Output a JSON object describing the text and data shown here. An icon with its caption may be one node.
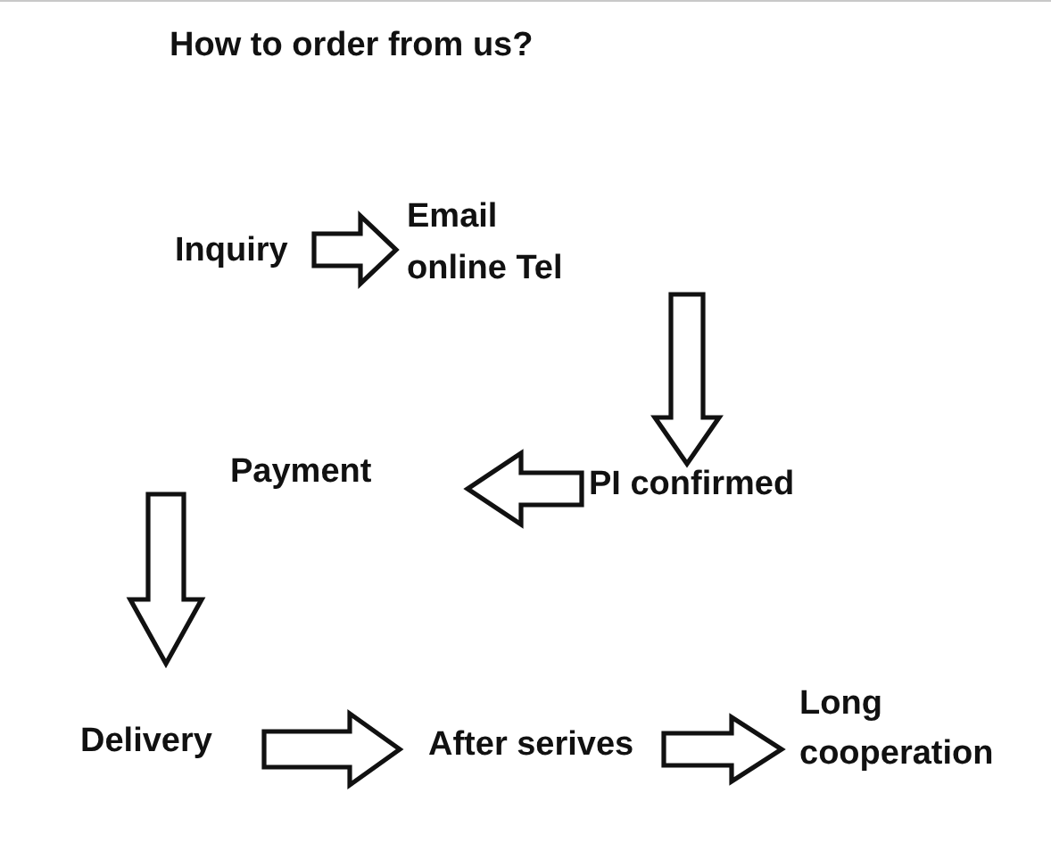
{
  "diagram": {
    "title": "How to order from us?",
    "nodes": [
      {
        "text": [
          "Inquiry"
        ]
      },
      {
        "text": [
          "Email online Tel"
        ]
      },
      {
        "text": [
          "PI confirmed"
        ]
      },
      {
        "text": [
          "Payment"
        ]
      },
      {
        "text": [
          "Delivery"
        ]
      },
      {
        "text": [
          "After serives"
        ]
      },
      {
        "text": [
          "Long cooperation"
        ]
      }
    ],
    "edges": [
      {
        "from": 0,
        "to": 1,
        "arrow": "to"
      },
      {
        "from": 1,
        "to": 2,
        "arrow": "to"
      },
      {
        "from": 2,
        "to": 3,
        "arrow": "to"
      },
      {
        "from": 3,
        "to": 4,
        "arrow": "to"
      },
      {
        "from": 4,
        "to": 5,
        "arrow": "to"
      },
      {
        "from": 5,
        "to": 6,
        "arrow": "to"
      }
    ]
  }
}
